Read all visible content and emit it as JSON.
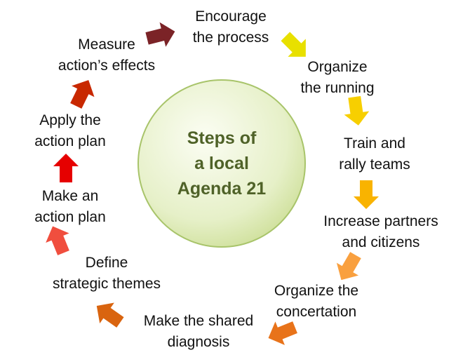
{
  "center": {
    "lines": [
      "Steps of",
      "a local",
      "Agenda 21"
    ]
  },
  "steps": [
    {
      "lines": [
        "Encourage",
        "the process"
      ],
      "arrow_color": "#e8e000"
    },
    {
      "lines": [
        "Organize",
        "the running"
      ],
      "arrow_color": "#f7cf00"
    },
    {
      "lines": [
        "Train and",
        "rally teams"
      ],
      "arrow_color": "#f9b300"
    },
    {
      "lines": [
        "Increase partners",
        "and citizens"
      ],
      "arrow_color": "#f9a03f"
    },
    {
      "lines": [
        "Organize the",
        "concertation"
      ],
      "arrow_color": "#e8731a"
    },
    {
      "lines": [
        "Make the shared",
        "diagnosis"
      ],
      "arrow_color": "#d9640f"
    },
    {
      "lines": [
        "Define",
        "strategic themes"
      ],
      "arrow_color": "#f04e3e"
    },
    {
      "lines": [
        "Make an",
        "action plan"
      ],
      "arrow_color": "#e60000"
    },
    {
      "lines": [
        "Apply the",
        "action plan"
      ],
      "arrow_color": "#c82800"
    },
    {
      "lines": [
        "Measure",
        "action’s effects"
      ],
      "arrow_color": "#a32a2a"
    }
  ],
  "closing_arrow_color": "#7b2327",
  "colors": {
    "circle_fill": "#e6f0c8",
    "circle_stroke": "#a8c46a",
    "center_text": "#4f6228"
  }
}
